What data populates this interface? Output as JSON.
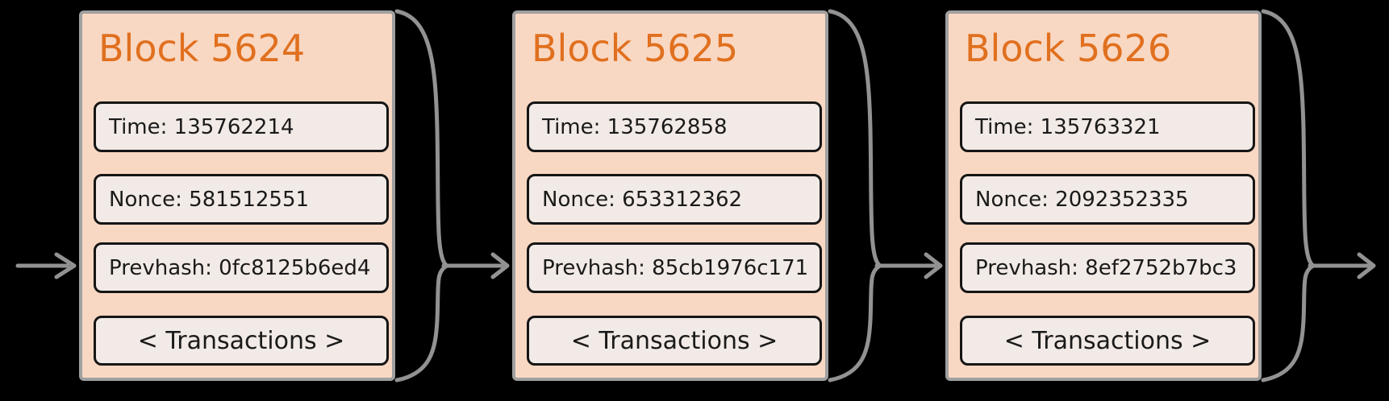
{
  "diagram": {
    "blocks": [
      {
        "title": "Block 5624",
        "time": "Time: 135762214",
        "nonce": "Nonce: 581512551",
        "prevhash": "Prevhash: 0fc8125b6ed4",
        "transactions": "< Transactions >"
      },
      {
        "title": "Block 5625",
        "time": "Time: 135762858",
        "nonce": "Nonce: 653312362",
        "prevhash": "Prevhash: 85cb1976c171",
        "transactions": "< Transactions >"
      },
      {
        "title": "Block 5626",
        "time": "Time: 135763321",
        "nonce": "Nonce: 2092352335",
        "prevhash": "Prevhash: 8ef2752b7bc3",
        "transactions": "< Transactions >"
      }
    ],
    "colors": {
      "background": "#000000",
      "block_fill": "#f9d8c3",
      "block_border": "#a0a0a0",
      "title_text": "#e0701f",
      "field_fill": "#f2eae6",
      "field_border": "#151515",
      "field_text": "#1a1a1a",
      "connector": "#929292"
    }
  }
}
